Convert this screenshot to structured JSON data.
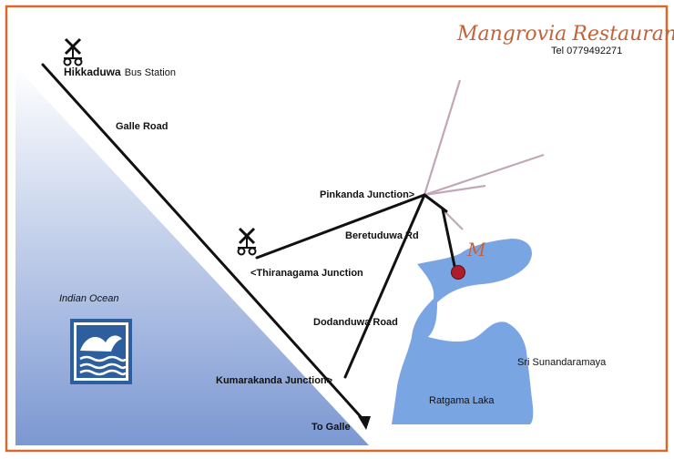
{
  "brand": {
    "name_part1": "Mangrovia",
    "name_part2": "Restaurant",
    "phone": "Tel  0779492271",
    "marker_letter": "M"
  },
  "labels": {
    "hikkaduwa": "Hikkaduwa",
    "bus_station": "Bus Station",
    "galle_road": "Galle Road",
    "pinkanda": "Pinkanda Junction>",
    "beretuduwa": "Beretuduwa  Rd",
    "thiranagama": "<Thiranagama Junction",
    "indian_ocean": "Indian Ocean",
    "dodanduwa": "Dodanduwa Road",
    "kumarakanda": "Kumarakanda Junction>",
    "to_galle": "To Galle",
    "sri_sunandaramaya": "Sri Sunandaramaya",
    "ratgama_laka": "Ratgama Laka"
  },
  "colors": {
    "frame": "#d46b2c",
    "ocean_top": "#ffffff",
    "ocean_bottom": "#7c98d2",
    "lake": "#7aa5e3",
    "road": "#111111",
    "minor_road": "#c0a8b8",
    "marker": "#b01c2c",
    "brand": "#c4623a"
  },
  "icons": {
    "railway_crossing": "railway-crossing-icon",
    "beach": "beach-wave-icon",
    "location": "location-pin-icon"
  }
}
